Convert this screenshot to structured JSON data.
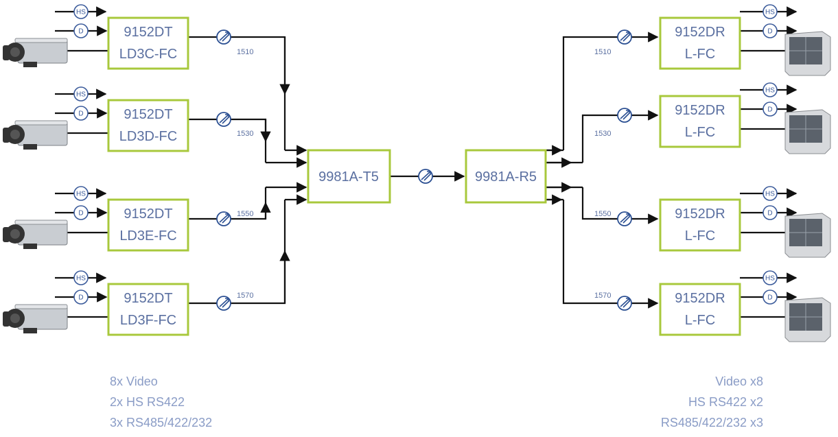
{
  "transmitters": [
    {
      "model": "9152DT",
      "variant": "LD3C-FC",
      "wavelength": "1510"
    },
    {
      "model": "9152DT",
      "variant": "LD3D-FC",
      "wavelength": "1530"
    },
    {
      "model": "9152DT",
      "variant": "LD3E-FC",
      "wavelength": "1550"
    },
    {
      "model": "9152DT",
      "variant": "LD3F-FC",
      "wavelength": "1570"
    }
  ],
  "receivers": [
    {
      "model": "9152DR",
      "variant": "L-FC",
      "wavelength": "1510"
    },
    {
      "model": "9152DR",
      "variant": "L-FC",
      "wavelength": "1530"
    },
    {
      "model": "9152DR",
      "variant": "L-FC",
      "wavelength": "1550"
    },
    {
      "model": "9152DR",
      "variant": "L-FC",
      "wavelength": "1570"
    }
  ],
  "mux": {
    "label": "9981A-T5"
  },
  "demux": {
    "label": "9981A-R5"
  },
  "signals": {
    "hs": "HS",
    "d": "D"
  },
  "left_caption": [
    "8x Video",
    "2x HS RS422",
    "3x RS485/422/232"
  ],
  "right_caption": [
    "Video x8",
    "HS RS422 x2",
    "RS485/422/232 x3"
  ],
  "colors": {
    "box_border": "#a8c83c",
    "box_text": "#5a6fa0",
    "fiber_icon": "#2b4f92",
    "caption": "#8a9cc6"
  },
  "icons": {
    "camera": "camera-icon",
    "monitor": "monitor-icon",
    "fiber": "fiber-optic-icon"
  }
}
